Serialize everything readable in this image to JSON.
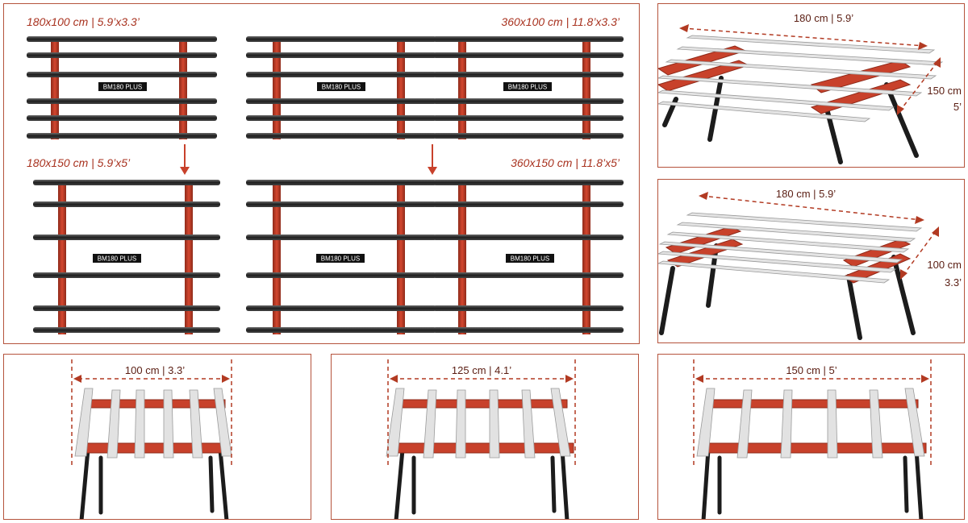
{
  "colors": {
    "frame_border": "#b5533c",
    "frame_red": "#c8412b",
    "frame_red_dark": "#8e2a1a",
    "rail_dark": "#2a2a2a",
    "rail_light": "#d8d8d8",
    "dimension_line": "#b23a22",
    "label_text": "#a8321f"
  },
  "top_left_panel": {
    "configs": [
      {
        "label": "180x100 cm | 5.9’x3.3’",
        "badges": [
          "BM180 PLUS"
        ]
      },
      {
        "label": "360x100 cm | 11.8’x3.3’",
        "badges": [
          "BM180 PLUS",
          "BM180 PLUS"
        ]
      },
      {
        "label": "180x150 cm | 5.9’x5’",
        "badges": [
          "BM180 PLUS"
        ]
      },
      {
        "label": "360x150 cm | 11.8’x5’",
        "badges": [
          "BM180 PLUS",
          "BM180 PLUS"
        ]
      }
    ],
    "arrows": [
      "down-arrow-icon",
      "down-arrow-icon"
    ]
  },
  "right_panels": [
    {
      "width_label": "180 cm | 5.9’",
      "depth_label_top": "150 cm",
      "depth_label_bottom": "5’"
    },
    {
      "width_label": "180 cm | 5.9’",
      "depth_label_top": "100 cm",
      "depth_label_bottom": "3.3’"
    }
  ],
  "bottom_panels": [
    {
      "width_label": "100 cm | 3.3’"
    },
    {
      "width_label": "125 cm | 4.1’"
    },
    {
      "width_label": "150 cm | 5’"
    }
  ]
}
